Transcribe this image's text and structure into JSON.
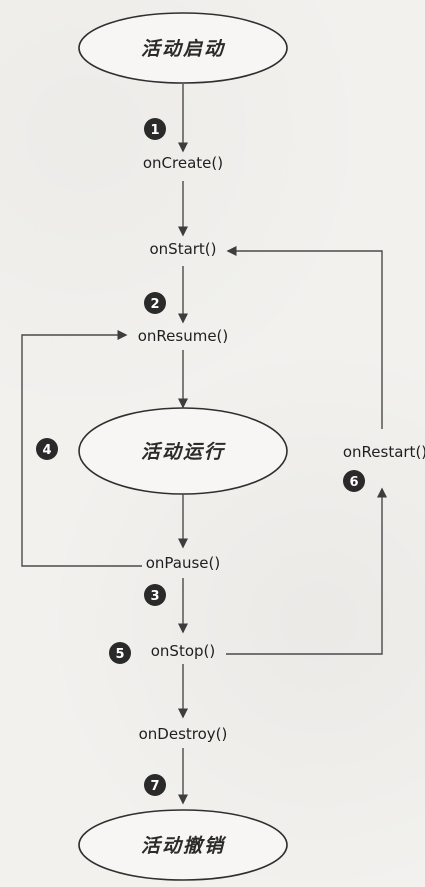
{
  "nodes": {
    "launch": "活动启动",
    "running": "活动运行",
    "shutdown": "活动撤销"
  },
  "methods": {
    "onCreate": "onCreate()",
    "onStart": "onStart()",
    "onResume": "onResume()",
    "onPause": "onPause()",
    "onStop": "onStop()",
    "onDestroy": "onDestroy()",
    "onRestart": "onRestart()"
  },
  "steps": {
    "s1": "1",
    "s2": "2",
    "s3": "3",
    "s4": "4",
    "s5": "5",
    "s6": "6",
    "s7": "7"
  }
}
